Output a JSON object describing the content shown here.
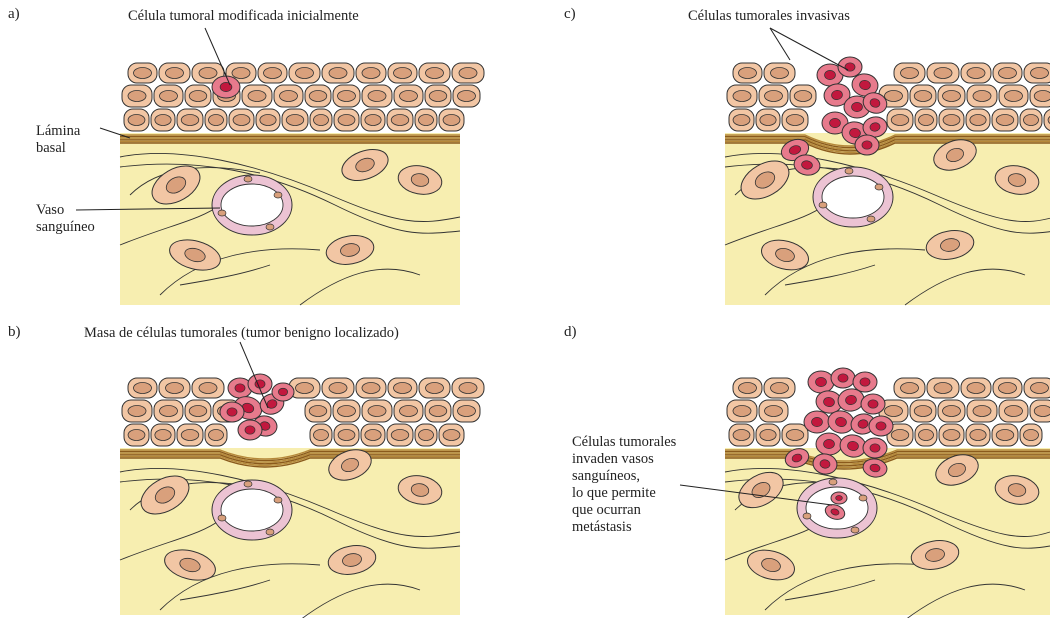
{
  "panels": {
    "a": {
      "letter": "a)",
      "title": "Célula tumoral modificada inicialmente",
      "label_lamina": "Lámina\nbasal",
      "label_vaso": "Vaso\nsanguíneo"
    },
    "b": {
      "letter": "b)",
      "title": "Masa de células tumorales (tumor benigno localizado)"
    },
    "c": {
      "letter": "c)",
      "title": "Células tumorales invasivas"
    },
    "d": {
      "letter": "d)",
      "label_invasion": "Células tumorales\ninvaden vasos\nsanguíneos,\nlo que permite\nque ocurran\nmetástasis"
    }
  },
  "colors": {
    "stroma": "#f7eeb0",
    "normal_cell": "#f2c6a4",
    "normal_nucleus": "#d9a07c",
    "tumor_cell": "#e77a8c",
    "tumor_nucleus": "#c2183e",
    "basal_lamina": "#b5883a",
    "vessel_wall": "#ecc3d3"
  }
}
